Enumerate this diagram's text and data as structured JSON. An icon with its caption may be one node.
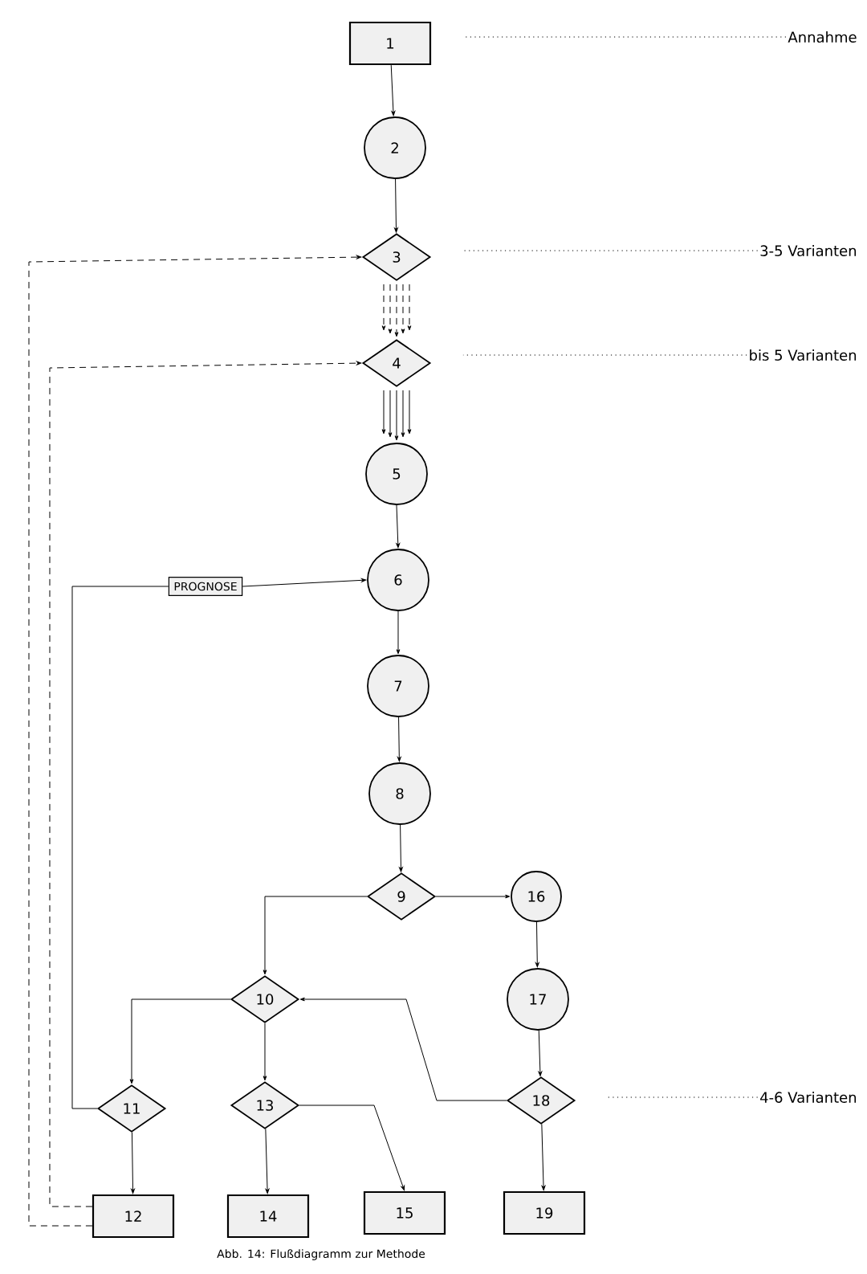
{
  "diagram": {
    "caption": "Abb. 14: Flußdiagramm zur Methode",
    "nodes": [
      {
        "text": [
          "1"
        ]
      },
      {
        "text": [
          "2"
        ]
      },
      {
        "text": [
          "3"
        ]
      },
      {
        "text": [
          "4"
        ]
      },
      {
        "text": [
          "5"
        ]
      },
      {
        "text": [
          "PROGNOSE"
        ]
      },
      {
        "text": [
          "6"
        ]
      },
      {
        "text": [
          "7"
        ]
      },
      {
        "text": [
          "8"
        ]
      },
      {
        "text": [
          "9"
        ]
      },
      {
        "text": [
          "16"
        ]
      },
      {
        "text": [
          "10"
        ]
      },
      {
        "text": [
          "17"
        ]
      },
      {
        "text": [
          "11"
        ]
      },
      {
        "text": [
          "13"
        ]
      },
      {
        "text": [
          "18"
        ]
      },
      {
        "text": [
          "12"
        ]
      },
      {
        "text": [
          "14"
        ]
      },
      {
        "text": [
          "15"
        ]
      },
      {
        "text": [
          "19"
        ]
      },
      {
        "text": [
          "Annahme"
        ]
      },
      {
        "text": [
          "3-5 Varianten"
        ]
      },
      {
        "text": [
          "bis 5 Varianten"
        ]
      },
      {
        "text": [
          "4-6 Varianten"
        ]
      }
    ],
    "edges": [
      {
        "from": 0,
        "to": 1,
        "arrow": "to"
      },
      {
        "from": 1,
        "to": 2,
        "arrow": "to"
      },
      {
        "from": 2,
        "to": 3,
        "arrow": "to",
        "style": "dashed"
      },
      {
        "from": 3,
        "to": 4,
        "arrow": "to"
      },
      {
        "from": 4,
        "to": 6,
        "arrow": "to"
      },
      {
        "from": 5,
        "to": 6,
        "arrow": "to"
      },
      {
        "from": 6,
        "to": 7,
        "arrow": "to"
      },
      {
        "from": 7,
        "to": 8,
        "arrow": "to"
      },
      {
        "from": 8,
        "to": 9,
        "arrow": "to"
      },
      {
        "from": 9,
        "to": 10,
        "arrow": "to"
      },
      {
        "from": 9,
        "to": 11,
        "arrow": "to"
      },
      {
        "from": 10,
        "to": 12,
        "arrow": "to"
      },
      {
        "from": 12,
        "to": 15,
        "arrow": "to"
      },
      {
        "from": 15,
        "to": 11,
        "arrow": "to"
      },
      {
        "from": 11,
        "to": 13,
        "arrow": "to"
      },
      {
        "from": 11,
        "to": 14,
        "arrow": "to"
      },
      {
        "from": 13,
        "to": 5,
        "arrow": "none"
      },
      {
        "from": 13,
        "to": 16,
        "arrow": "to"
      },
      {
        "from": 14,
        "to": 17,
        "arrow": "to"
      },
      {
        "from": 14,
        "to": 18,
        "arrow": "to"
      },
      {
        "from": 15,
        "to": 19,
        "arrow": "to"
      },
      {
        "from": 16,
        "to": 2,
        "arrow": "to",
        "style": "dashed"
      },
      {
        "from": 16,
        "to": 3,
        "arrow": "to",
        "style": "dashed"
      },
      {
        "from": 20,
        "to": 0,
        "arrow": "none",
        "style": "dashed"
      },
      {
        "from": 21,
        "to": 2,
        "arrow": "none",
        "style": "dashed"
      },
      {
        "from": 22,
        "to": 3,
        "arrow": "none",
        "style": "dashed"
      },
      {
        "from": 23,
        "to": 15,
        "arrow": "none",
        "style": "dashed"
      }
    ]
  }
}
